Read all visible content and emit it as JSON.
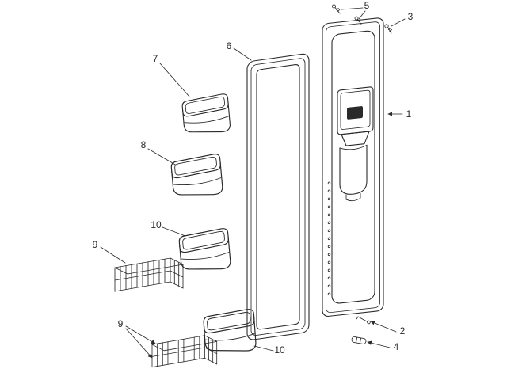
{
  "figure": {
    "background": "#ffffff",
    "ink_color": "#2a2a2a",
    "callouts": {
      "c1": "1",
      "c2": "2",
      "c3": "3",
      "c4": "4",
      "c5": "5",
      "c6": "6",
      "c7": "7",
      "c8": "8",
      "c9_upper": "9",
      "c9_lower": "9",
      "c10_upper": "10",
      "c10_lower": "10"
    }
  }
}
